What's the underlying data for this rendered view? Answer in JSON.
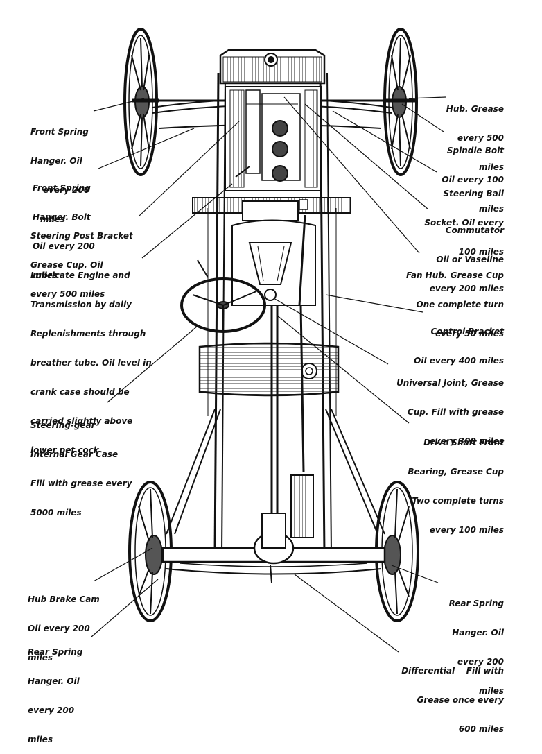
{
  "labels": {
    "front_spring_hanger_oil": [
      "Front Spring",
      "Hanger. Oil",
      "every 200",
      "miles"
    ],
    "front_spring_hanger_bolt": [
      "Front Spring",
      "Hanger. Bolt",
      "Oil every 200",
      "miles"
    ],
    "steering_post_bracket": [
      "Steering Post Bracket",
      "Grease Cup. Oil",
      "every 500 miles"
    ],
    "lubricate_engine": [
      "Lubricate Engine and",
      "Transmission by daily",
      "Replenishments through",
      "breather tube. Oil level in",
      "crank case should be",
      "carried slightly above",
      "lower pet cock"
    ],
    "steering_gear_case": [
      "Steering-gear",
      "Internal Gear Case",
      "Fill with grease every",
      "5000 miles"
    ],
    "hub_brake_cam": [
      "Hub Brake Cam",
      "Oil every 200",
      "miles"
    ],
    "rear_spring_hanger_left": [
      "Rear Spring",
      "Hanger. Oil",
      "every 200",
      "miles"
    ],
    "hub_grease": [
      "Hub. Grease",
      "every 500",
      "miles"
    ],
    "spindle_bolt": [
      "Spindle Bolt",
      "Oil every 100",
      "miles"
    ],
    "steering_ball_socket": [
      "Steering Ball",
      "Socket. Oil every",
      "100 miles"
    ],
    "commutator": [
      "Commutator",
      "Oil or Vaseline",
      "every 200 miles"
    ],
    "fan_hub": [
      "Fan Hub. Grease Cup",
      "One complete turn",
      "every 50 miles"
    ],
    "control_bracket": [
      "Control Bracket",
      "Oil every 400 miles"
    ],
    "universal_joint": [
      "Universal Joint, Grease",
      "Cup. Fill with grease",
      "every 300 miles"
    ],
    "drive_shaft_bearing": [
      "Drive Shaft Front",
      "Bearing, Grease Cup",
      "Two complete turns",
      "every 100 miles"
    ],
    "rear_spring_hanger_right": [
      "Rear Spring",
      "Hanger. Oil",
      "every 200",
      "miles"
    ],
    "differential": [
      "Differential    Fill with",
      "Grease once every",
      "600 miles"
    ]
  }
}
